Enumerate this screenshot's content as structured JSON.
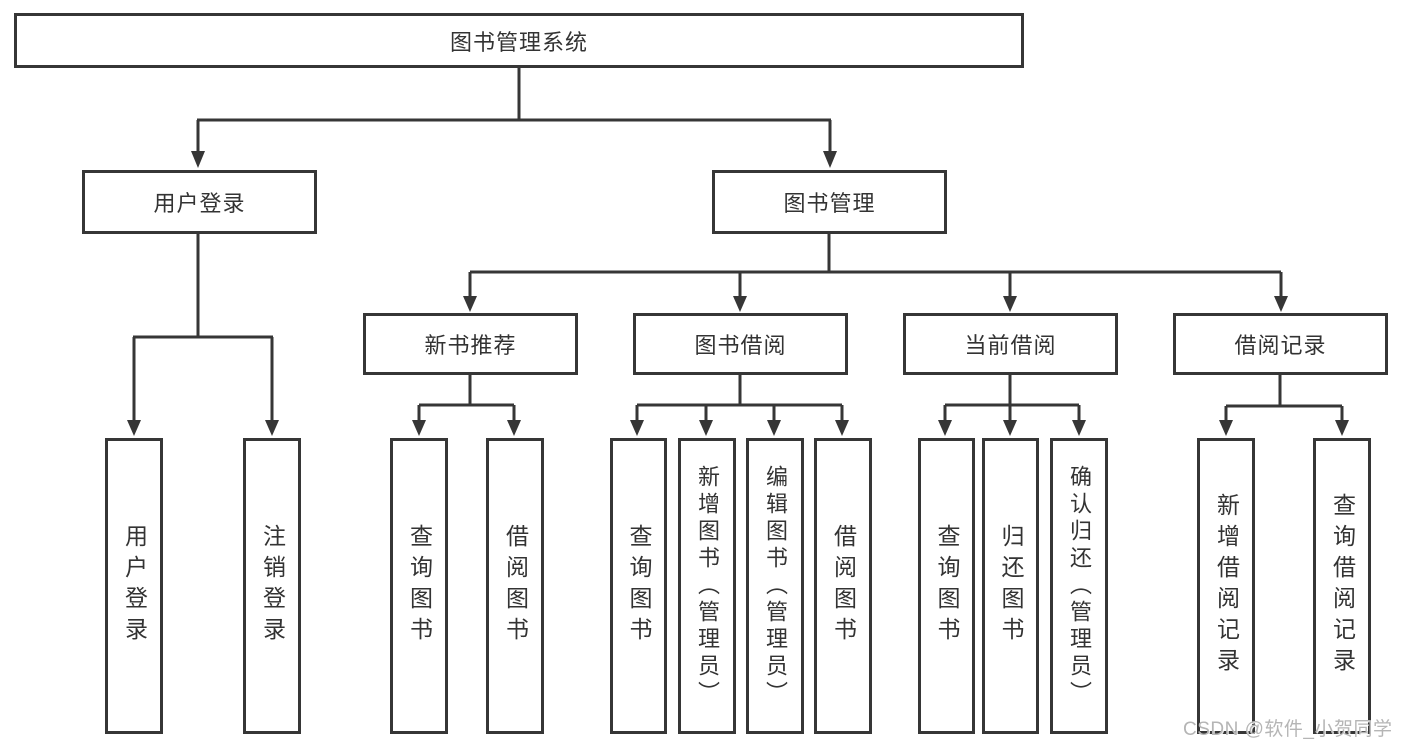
{
  "diagram": {
    "title": "图书管理系统",
    "level2": {
      "user_login": "用户登录",
      "book_mgmt": "图书管理"
    },
    "level3": {
      "new_book_rec": "新书推荐",
      "book_borrow": "图书借阅",
      "current_borrow": "当前借阅",
      "borrow_record": "借阅记录"
    },
    "leaves": {
      "user_login": "用户登录",
      "logout": "注销登录",
      "rec_query": "查询图书",
      "rec_borrow": "借阅图书",
      "bb_query": "查询图书",
      "bb_add": "新增图书（管理员）",
      "bb_edit": "编辑图书（管理员）",
      "bb_borrow": "借阅图书",
      "cb_query": "查询图书",
      "cb_return": "归还图书",
      "cb_confirm": "确认归还（管理员）",
      "br_add": "新增借阅记录",
      "br_query": "查询借阅记录"
    }
  },
  "watermark": "CSDN @软件_小贺同学",
  "colors": {
    "line": "#363636",
    "text": "#333333",
    "watermark": "#b5b5b5",
    "background": "#ffffff"
  }
}
